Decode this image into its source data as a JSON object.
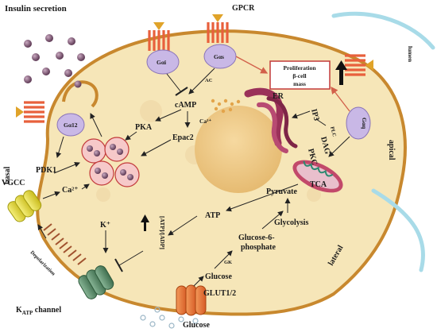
{
  "labels": {
    "insulin_secretion": "Insulin secretion",
    "gpcr": "GPCR",
    "lumen": "lumen",
    "g_alpha_i": "Gαi",
    "g_alpha_s": "Gαs",
    "g_alpha_q": "Gαq",
    "g_alpha_12": "Gα12",
    "ac": "AC",
    "camp": "cAMP",
    "pka": "PKA",
    "epac2": "Epac2",
    "proliferation_line1": "Proliferation",
    "proliferation_line2": "β-cell",
    "proliferation_line3": "mass",
    "er": "ER",
    "ca_er": "Ca²⁺",
    "ip3": "IP3",
    "plc": "PLC",
    "dag": "DAG",
    "pkc": "PKC",
    "apical": "apical",
    "basal": "basal",
    "pdk1": "PDK1",
    "ca_cyto": "Ca²⁺",
    "vgcc": "VGCC",
    "k_plus": "K⁺",
    "atp_adp": "[ATP]/[ADP]",
    "tca": "TCA",
    "pyruvate": "Pyruvate",
    "atp": "ATP",
    "glycolysis": "Glycolysis",
    "g6p_line1": "Glucose-6-",
    "g6p_line2": "phosphate",
    "gk": "GK",
    "glucose_in": "Glucose",
    "glut": "GLUT1/2",
    "glucose_out": "Glucose",
    "depolarization": "Depolarization",
    "katp_channel": "KATP channel",
    "lateral": "lateral"
  },
  "colors": {
    "cell_fill": "#f6e6b8",
    "cell_border": "#c8882e",
    "nucleus": "#eec883",
    "granule": "#7a4f6d",
    "gpcr": "#e8603c",
    "g_protein": "#c9b8e6",
    "er": "#a33a62",
    "mito": "#c2496a",
    "vgcc": "#e9df37",
    "katp": "#5c8e6c",
    "glut": "#ea7a3a",
    "lumen_arc": "#a8dbe8"
  }
}
